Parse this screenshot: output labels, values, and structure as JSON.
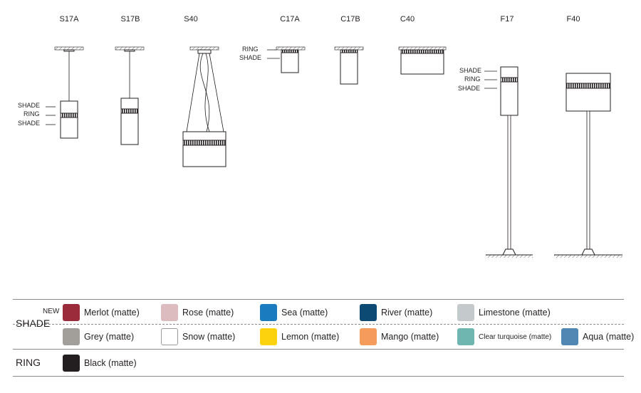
{
  "models": [
    {
      "id": "s17a",
      "label": "S17A"
    },
    {
      "id": "s17b",
      "label": "S17B"
    },
    {
      "id": "s40",
      "label": "S40"
    },
    {
      "id": "c17a",
      "label": "C17A"
    },
    {
      "id": "c17b",
      "label": "C17B"
    },
    {
      "id": "c40",
      "label": "C40"
    },
    {
      "id": "f17",
      "label": "F17"
    },
    {
      "id": "f40",
      "label": "F40"
    }
  ],
  "part_labels": {
    "shade": "SHADE",
    "ring": "RING"
  },
  "legend": {
    "shade_label": "SHADE",
    "ring_label": "RING",
    "new_badge": "NEW",
    "shade_colors": [
      {
        "name": "Merlot (matte)",
        "color": "#9b2a3a"
      },
      {
        "name": "Rose (matte)",
        "color": "#ddbcc0"
      },
      {
        "name": "Sea (matte)",
        "color": "#1a7bbf"
      },
      {
        "name": "River (matte)",
        "color": "#0d4a73"
      },
      {
        "name": "Limestone (matte)",
        "color": "#c4c9cc"
      },
      {
        "name": "Grey (matte)",
        "color": "#a29f9a"
      },
      {
        "name": "Snow (matte)",
        "color": "#ffffff"
      },
      {
        "name": "Lemon (matte)",
        "color": "#fcd20f"
      },
      {
        "name": "Mango (matte)",
        "color": "#f59c5c"
      },
      {
        "name": "Clear turquoise (matte)",
        "color": "#6fb5b0"
      },
      {
        "name": "Aqua (matte)",
        "color": "#5088b3"
      }
    ],
    "ring_colors": [
      {
        "name": "Black (matte)",
        "color": "#231f20"
      }
    ]
  }
}
